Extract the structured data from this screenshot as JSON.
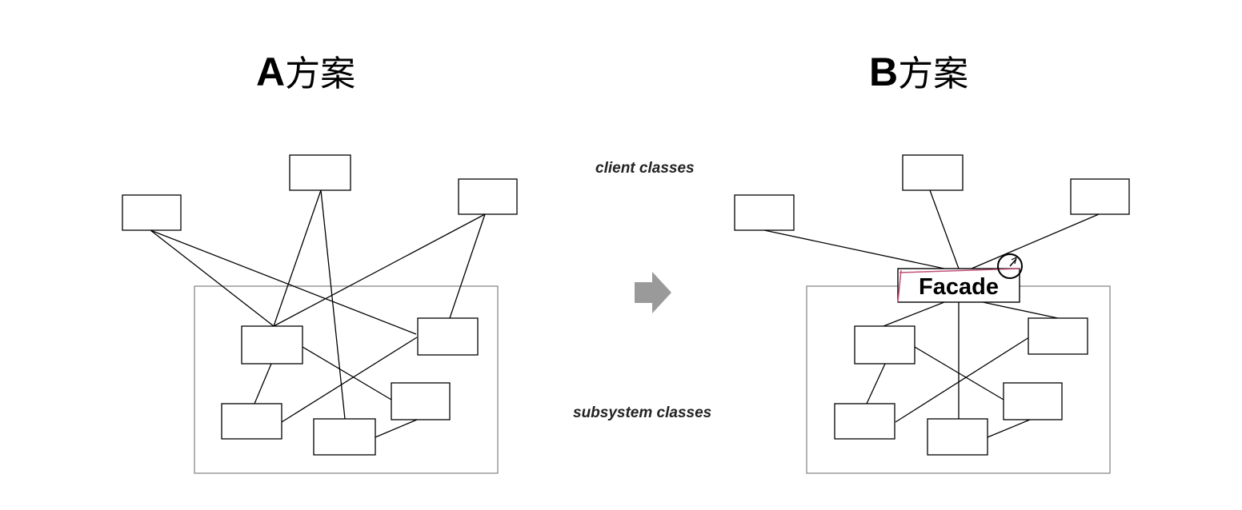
{
  "titles": {
    "a": {
      "letter": "A",
      "suffix": "方案"
    },
    "b": {
      "letter": "B",
      "suffix": "方案"
    }
  },
  "labels": {
    "client": "client classes",
    "subsystem": "subsystem classes"
  },
  "facade": {
    "label": "Facade"
  },
  "arrow": {
    "color": "#9a9a9a"
  },
  "cursor_icon": "clock-cursor-icon"
}
